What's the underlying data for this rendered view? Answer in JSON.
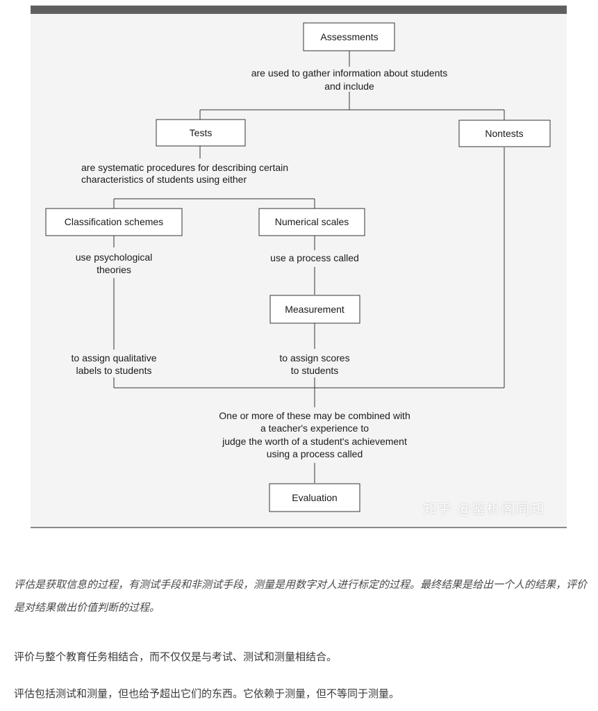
{
  "diagram": {
    "nodes": {
      "assessments": "Assessments",
      "tests": "Tests",
      "nontests": "Nontests",
      "classification": "Classification schemes",
      "numerical": "Numerical scales",
      "measurement": "Measurement",
      "evaluation": "Evaluation"
    },
    "edge_labels": {
      "assessments_line1": "are used to gather information about students",
      "assessments_line2": "and include",
      "tests_line1": "are systematic procedures for describing certain",
      "tests_line2": "characteristics of students using either",
      "classification_line1": "use psychological",
      "classification_line2": "theories",
      "numerical_line1": "use a process called",
      "qualitative_line1": "to assign qualitative",
      "qualitative_line2": "labels to students",
      "scores_line1": "to assign scores",
      "scores_line2": "to students",
      "combined_line1": "One or more of these may be combined with",
      "combined_line2": "a teacher's experience to",
      "combined_line3": "judge the worth of a student's achievement",
      "combined_line4": "using a process called"
    }
  },
  "watermark": "知乎 @鉴析阁同知",
  "caption": "评估是获取信息的过程，有测试手段和非测试手段，测量是用数字对人进行标定的过程。最终结果是给出一个人的结果，评价是对结果做出价值判断的过程。",
  "paragraphs": [
    "评价与整个教育任务相结合，而不仅仅是与考试、测试和测量相结合。",
    "评估包括测试和测量，但也给予超出它们的东西。它依赖于测量，但不等同于测量。"
  ]
}
